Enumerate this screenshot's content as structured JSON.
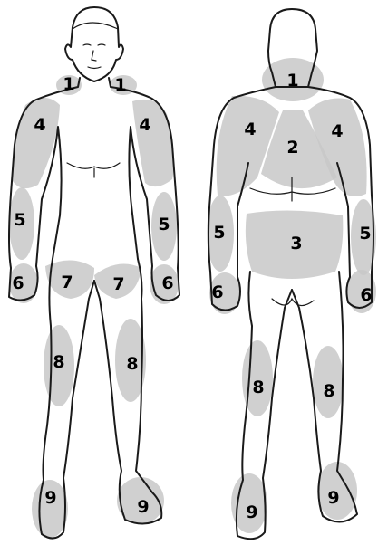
{
  "front": {
    "labels": {
      "shoulder_top_left": "1",
      "shoulder_top_right": "1",
      "upper_arm_left": "4",
      "upper_arm_right": "4",
      "forearm_left": "5",
      "forearm_right": "5",
      "hand_left": "6",
      "hand_right": "6",
      "thigh_left": "7",
      "thigh_right": "7",
      "lower_leg_left": "8",
      "lower_leg_right": "8",
      "foot_left": "9",
      "foot_right": "9"
    }
  },
  "back": {
    "labels": {
      "neck": "1",
      "upper_back": "2",
      "lower_back": "3",
      "upper_arm_left": "4",
      "upper_arm_right": "4",
      "forearm_left": "5",
      "forearm_right": "5",
      "hand_left": "6",
      "hand_right": "6",
      "calf_left": "8",
      "calf_right": "8",
      "foot_left": "9",
      "foot_right": "9"
    }
  },
  "colors": {
    "region_fill": "#c8c8c8",
    "outline": "#1a1a1a"
  }
}
